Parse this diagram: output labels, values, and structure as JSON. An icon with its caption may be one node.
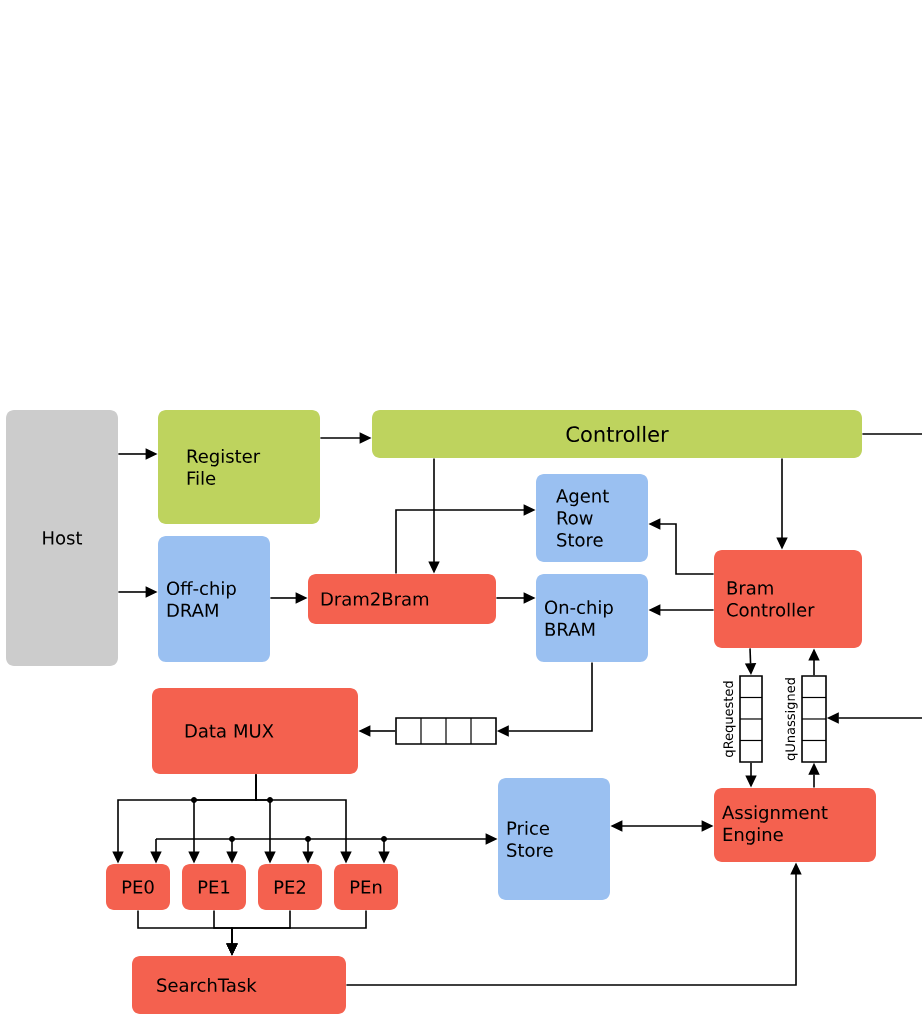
{
  "diagram": {
    "nodes": [
      {
        "text": [
          "Host"
        ]
      },
      {
        "text": [
          "Register File"
        ]
      },
      {
        "text": [
          "Controller"
        ]
      },
      {
        "text": [
          "Off-chip DRAM"
        ]
      },
      {
        "text": [
          "Dram2Bram"
        ]
      },
      {
        "text": [
          "Agent Row Store"
        ]
      },
      {
        "text": [
          "On-chip BRAM"
        ]
      },
      {
        "text": [
          "Bram Controller"
        ]
      },
      {
        "text": [
          "Data MUX"
        ]
      },
      {
        "text": [],
        "shape": "box"
      },
      {
        "text": [],
        "shape": "box",
        "beside": [
          "qRequested"
        ]
      },
      {
        "text": [],
        "shape": "box",
        "beside": [
          "qUnassigned"
        ]
      },
      {
        "text": [
          "PE0"
        ]
      },
      {
        "text": [
          "PE1"
        ]
      },
      {
        "text": [
          "PE2"
        ]
      },
      {
        "text": [
          "PEn"
        ]
      },
      {
        "text": [
          "Price Store"
        ]
      },
      {
        "text": [
          "Assignment Engine"
        ]
      },
      {
        "text": [
          "SearchTask"
        ]
      }
    ],
    "edges": [
      {
        "from": 0,
        "to": 1,
        "arrow": "to"
      },
      {
        "from": 0,
        "to": 3,
        "arrow": "to"
      },
      {
        "from": 1,
        "to": 2,
        "arrow": "to"
      },
      {
        "from": 2,
        "to": null,
        "arrow": "none"
      },
      {
        "from": 2,
        "to": 4,
        "arrow": "to"
      },
      {
        "from": 2,
        "to": 7,
        "arrow": "to"
      },
      {
        "from": 3,
        "to": 4,
        "arrow": "to"
      },
      {
        "from": 4,
        "to": 5,
        "arrow": "to"
      },
      {
        "from": 4,
        "to": 6,
        "arrow": "to"
      },
      {
        "from": 7,
        "to": 5,
        "arrow": "to"
      },
      {
        "from": 7,
        "to": 6,
        "arrow": "to"
      },
      {
        "from": 6,
        "to": 9,
        "arrow": "to"
      },
      {
        "from": 9,
        "to": 8,
        "arrow": "to"
      },
      {
        "from": 7,
        "to": 10,
        "arrow": "to"
      },
      {
        "from": 10,
        "to": 17,
        "arrow": "to"
      },
      {
        "from": 17,
        "to": 11,
        "arrow": "to"
      },
      {
        "from": 11,
        "to": 7,
        "arrow": "to"
      },
      {
        "from": null,
        "to": 11,
        "arrow": "to"
      },
      {
        "from": 8,
        "to": 12,
        "arrow": "to"
      },
      {
        "from": 8,
        "to": 13,
        "arrow": "to"
      },
      {
        "from": 8,
        "to": 14,
        "arrow": "to"
      },
      {
        "from": 8,
        "to": 15,
        "arrow": "to"
      },
      {
        "from": 12,
        "to": 16,
        "arrow": "both"
      },
      {
        "from": 13,
        "to": 16,
        "arrow": "both"
      },
      {
        "from": 14,
        "to": 16,
        "arrow": "both"
      },
      {
        "from": 15,
        "to": 16,
        "arrow": "both"
      },
      {
        "from": 16,
        "to": 17,
        "arrow": "both"
      },
      {
        "from": 12,
        "to": 18,
        "arrow": "to"
      },
      {
        "from": 13,
        "to": 18,
        "arrow": "to"
      },
      {
        "from": 14,
        "to": 18,
        "arrow": "to"
      },
      {
        "from": 15,
        "to": 18,
        "arrow": "to"
      },
      {
        "from": 18,
        "to": 17,
        "arrow": "to"
      }
    ]
  }
}
